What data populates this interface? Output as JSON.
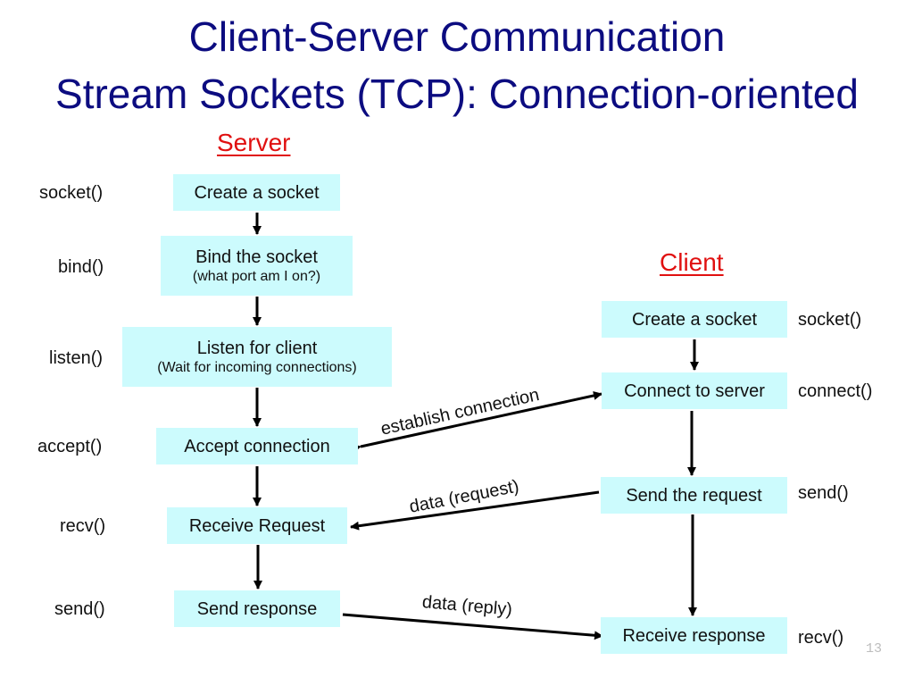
{
  "title": {
    "line1": "Client-Server Communication",
    "line2": "Stream Sockets (TCP): Connection-oriented"
  },
  "server": {
    "heading": "Server",
    "steps": [
      {
        "label": "Create a socket",
        "sub": "",
        "call": "socket()"
      },
      {
        "label": "Bind the socket",
        "sub": "(what port am I on?)",
        "call": "bind()"
      },
      {
        "label": "Listen for client",
        "sub": "(Wait for incoming connections)",
        "call": "listen()"
      },
      {
        "label": "Accept connection",
        "sub": "",
        "call": "accept()"
      },
      {
        "label": "Receive Request",
        "sub": "",
        "call": "recv()"
      },
      {
        "label": "Send response",
        "sub": "",
        "call": "send()"
      }
    ]
  },
  "client": {
    "heading": "Client",
    "steps": [
      {
        "label": "Create a socket",
        "call": "socket()"
      },
      {
        "label": "Connect to server",
        "call": "connect()"
      },
      {
        "label": "Send the request",
        "call": "send()"
      },
      {
        "label": "Receive response",
        "call": "recv()"
      }
    ]
  },
  "messages": {
    "establish": "establish connection",
    "request": "data (request)",
    "reply": "data (reply)"
  },
  "colors": {
    "title": "#0c0c80",
    "heading": "#e01010",
    "box_fill": "#ccfbfd",
    "arrow": "#000000"
  },
  "page_number": "13"
}
